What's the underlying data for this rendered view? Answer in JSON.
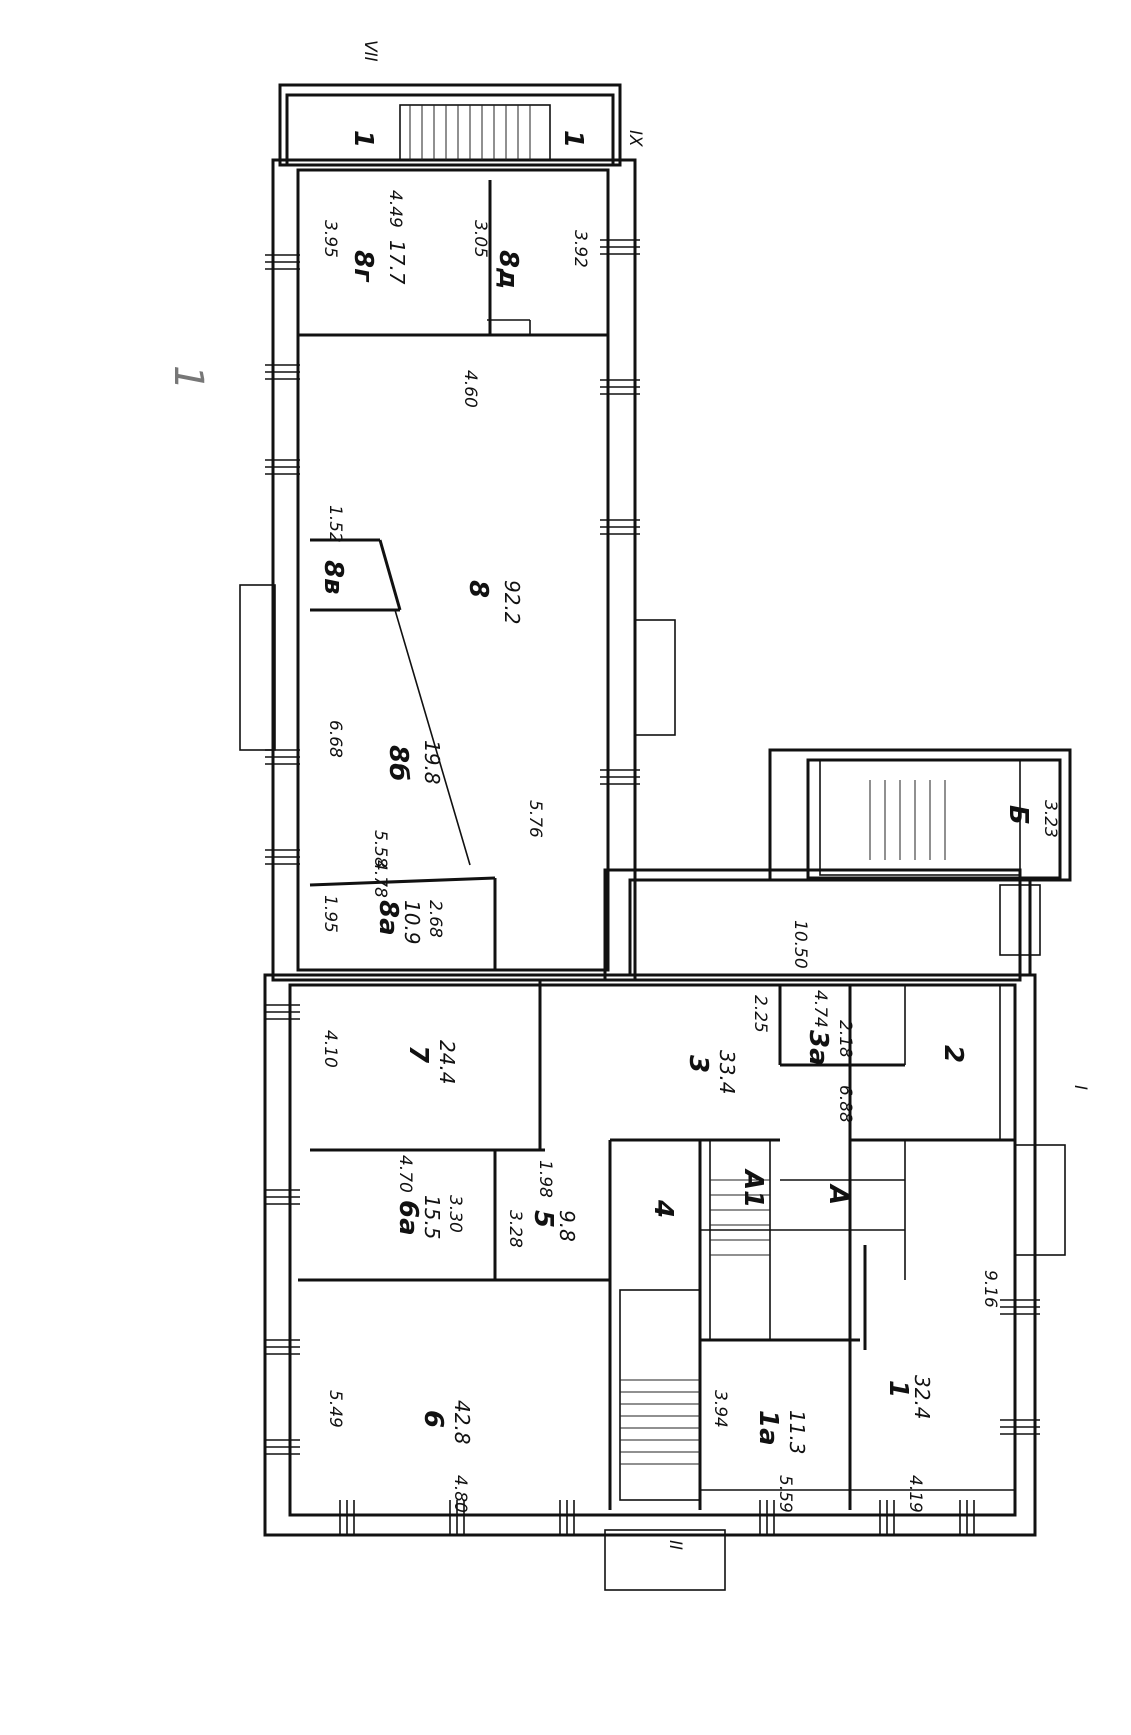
{
  "side_scrawl": "1",
  "section_marks": {
    "top_a": "VII",
    "top_b": "IX",
    "right": "I",
    "bottom": "II"
  },
  "rooms": {
    "r1_top_left": {
      "label": "1"
    },
    "r1_top_right": {
      "label": "1"
    },
    "r8g": {
      "label": "8г",
      "area": "17.7",
      "dim_a": "3.95",
      "dim_b": "4.49"
    },
    "r8d": {
      "label": "8д",
      "dim_a": "3.05",
      "dim_b": "3.92"
    },
    "r8": {
      "label": "8",
      "area": "92.2",
      "dim_a": "4.60",
      "dim_b": "5.76"
    },
    "r8v": {
      "label": "8в",
      "dim": "1.52"
    },
    "r8b": {
      "label": "8б",
      "area": "19.8",
      "dim": "6.68"
    },
    "r8a": {
      "label": "8а",
      "area": "10.9",
      "dim_a": "1.95",
      "dim_b": "4.78",
      "dim_c": "2.68",
      "dim_d": "5.58"
    },
    "r7": {
      "label": "7",
      "area": "24.4",
      "dim": "4.10"
    },
    "r3": {
      "label": "3",
      "area": "33.4",
      "dim_a": "2.25",
      "dim_b": "6.88",
      "dim_c": "10.50"
    },
    "r3a": {
      "label": "3а",
      "dim_a": "4.74",
      "dim_b": "2.18"
    },
    "r2": {
      "label": "2"
    },
    "rB": {
      "label": "Б",
      "dim": "3.23"
    },
    "r6a": {
      "label": "6а",
      "area": "15.5",
      "dim_a": "4.70",
      "dim_b": "3.30"
    },
    "r5": {
      "label": "5",
      "area": "9.8",
      "dim_a": "1.98",
      "dim_b": "3.28"
    },
    "r4": {
      "label": "4"
    },
    "rA1": {
      "label": "А1"
    },
    "rA": {
      "label": "А"
    },
    "r6": {
      "label": "6",
      "area": "42.8",
      "dim_a": "5.49",
      "dim_b": "4.80"
    },
    "r1a": {
      "label": "1а",
      "area": "11.3",
      "dim_a": "3.94",
      "dim_b": "5.59"
    },
    "r1": {
      "label": "1",
      "area": "32.4",
      "dim_a": "9.16",
      "dim_b": "4.19"
    }
  }
}
